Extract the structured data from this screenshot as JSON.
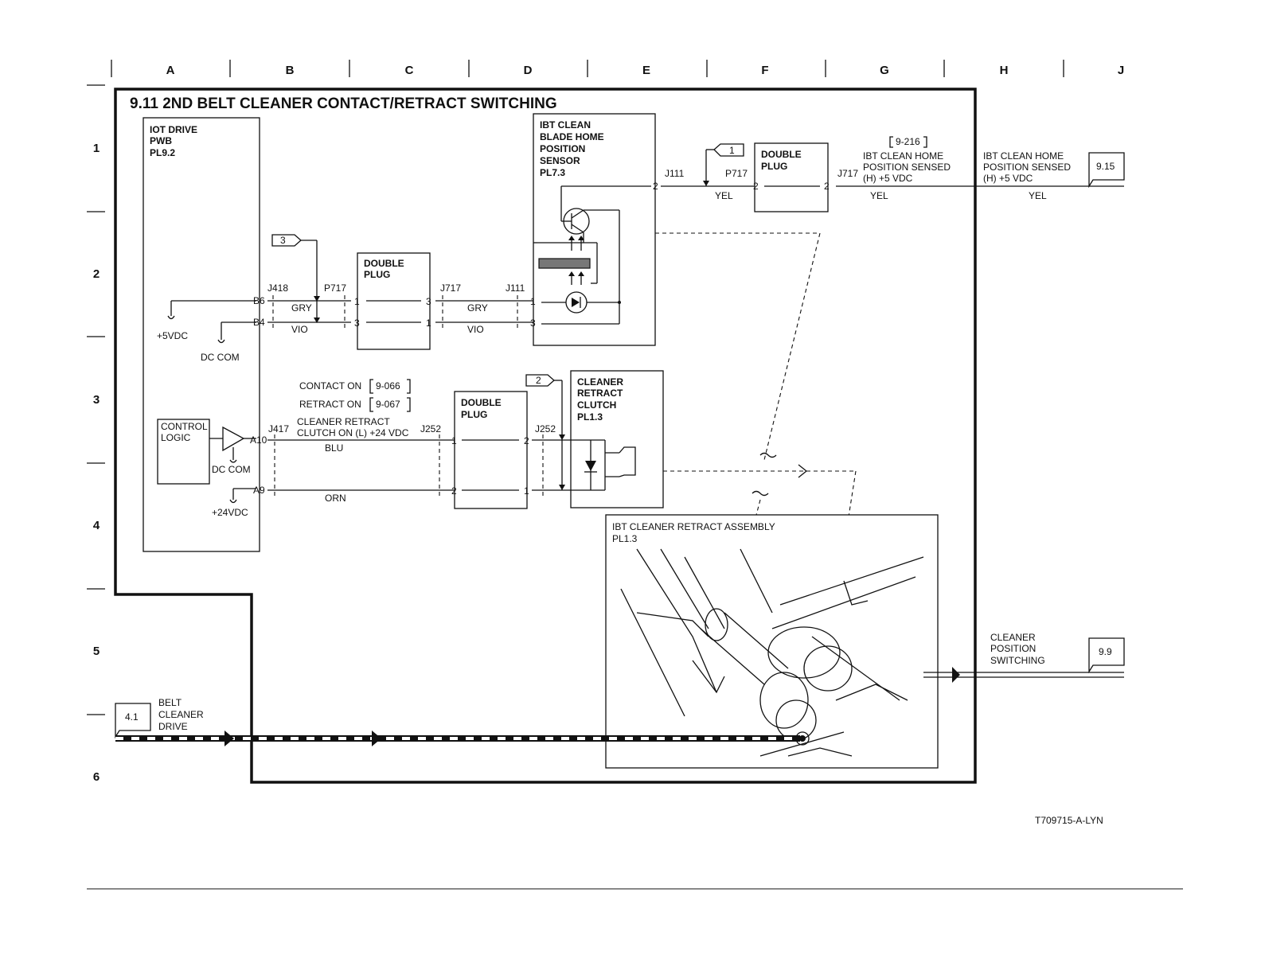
{
  "title": "9.11 2ND BELT CLEANER CONTACT/RETRACT SWITCHING",
  "columns": [
    "A",
    "B",
    "C",
    "D",
    "E",
    "F",
    "G",
    "H",
    "J"
  ],
  "rows": [
    "1",
    "2",
    "3",
    "4",
    "5",
    "6"
  ],
  "iot_drive": [
    "IOT DRIVE",
    "PWB",
    "PL9.2"
  ],
  "ibt_sensor": [
    "IBT CLEAN",
    "BLADE HOME",
    "POSITION",
    "SENSOR",
    "PL7.3"
  ],
  "double_plug": [
    "DOUBLE",
    "PLUG"
  ],
  "cleaner_clutch": [
    "CLEANER",
    "RETRACT",
    "CLUTCH",
    "PL1.3"
  ],
  "control_logic": [
    "CONTROL",
    "LOGIC"
  ],
  "assembly": [
    "IBT CLEANER RETRACT ASSEMBLY",
    "PL1.3"
  ],
  "connectors": {
    "j418": "J418",
    "p717": "P717",
    "j717": "J717",
    "j111": "J111",
    "j417": "J417",
    "j252": "J252"
  },
  "pins": {
    "b6": "B6",
    "b4": "B4",
    "a10": "A10",
    "a9": "A9",
    "p1": "1",
    "p2": "2",
    "p3": "3"
  },
  "wires": {
    "gry": "GRY",
    "vio": "VIO",
    "yel": "YEL",
    "blu": "BLU",
    "orn": "ORN"
  },
  "power": {
    "v5": "+5VDC",
    "dccom": "DC COM",
    "v24": "+24VDC"
  },
  "flags": {
    "f3": "3",
    "f1": "1",
    "f2": "2"
  },
  "refs": {
    "contact_on": "CONTACT ON",
    "contact_ref": "9-066",
    "retract_on": "RETRACT ON",
    "retract_ref": "9-067",
    "ref_216": "9-216"
  },
  "clutch_signal": [
    "CLEANER RETRACT",
    "CLUTCH ON (L) +24 VDC"
  ],
  "home_sensed": [
    "IBT CLEAN HOME",
    "POSITION SENSED",
    "(H) +5 VDC"
  ],
  "outputs": {
    "out_915": "9.15",
    "out_99": "9.9",
    "in_41": "4.1"
  },
  "cleaner_position": [
    "CLEANER",
    "POSITION",
    "SWITCHING"
  ],
  "belt_drive": [
    "BELT",
    "CLEANER",
    "DRIVE"
  ],
  "doc_id": "T709715-A-LYN"
}
